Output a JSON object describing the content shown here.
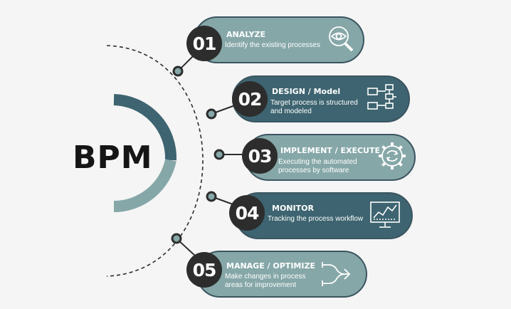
{
  "title": "BPM",
  "colors": {
    "dark": "#3d6470",
    "light": "#86a7a8",
    "badge": "#2d2d2d"
  },
  "steps": [
    {
      "number": "01",
      "title": "ANALYZE",
      "description": "Identify the existing processes",
      "icon": "magnifier-eye-icon",
      "shade": "light"
    },
    {
      "number": "02",
      "title": "DESIGN / Model",
      "description": "Target process is structured\nand modeled",
      "icon": "flowchart-icon",
      "shade": "dark"
    },
    {
      "number": "03",
      "title": "IMPLEMENT / EXECUTE",
      "description": "Executing the automated\nprocesses by software",
      "icon": "gear-cycle-icon",
      "shade": "light"
    },
    {
      "number": "04",
      "title": "MONITOR",
      "description": "Tracking the process workflow",
      "icon": "monitor-chart-icon",
      "shade": "dark"
    },
    {
      "number": "05",
      "title": "MANAGE / OPTIMIZE",
      "description": "Make changes in process\nareas for improvement",
      "icon": "merge-arrows-icon",
      "shade": "light"
    }
  ]
}
